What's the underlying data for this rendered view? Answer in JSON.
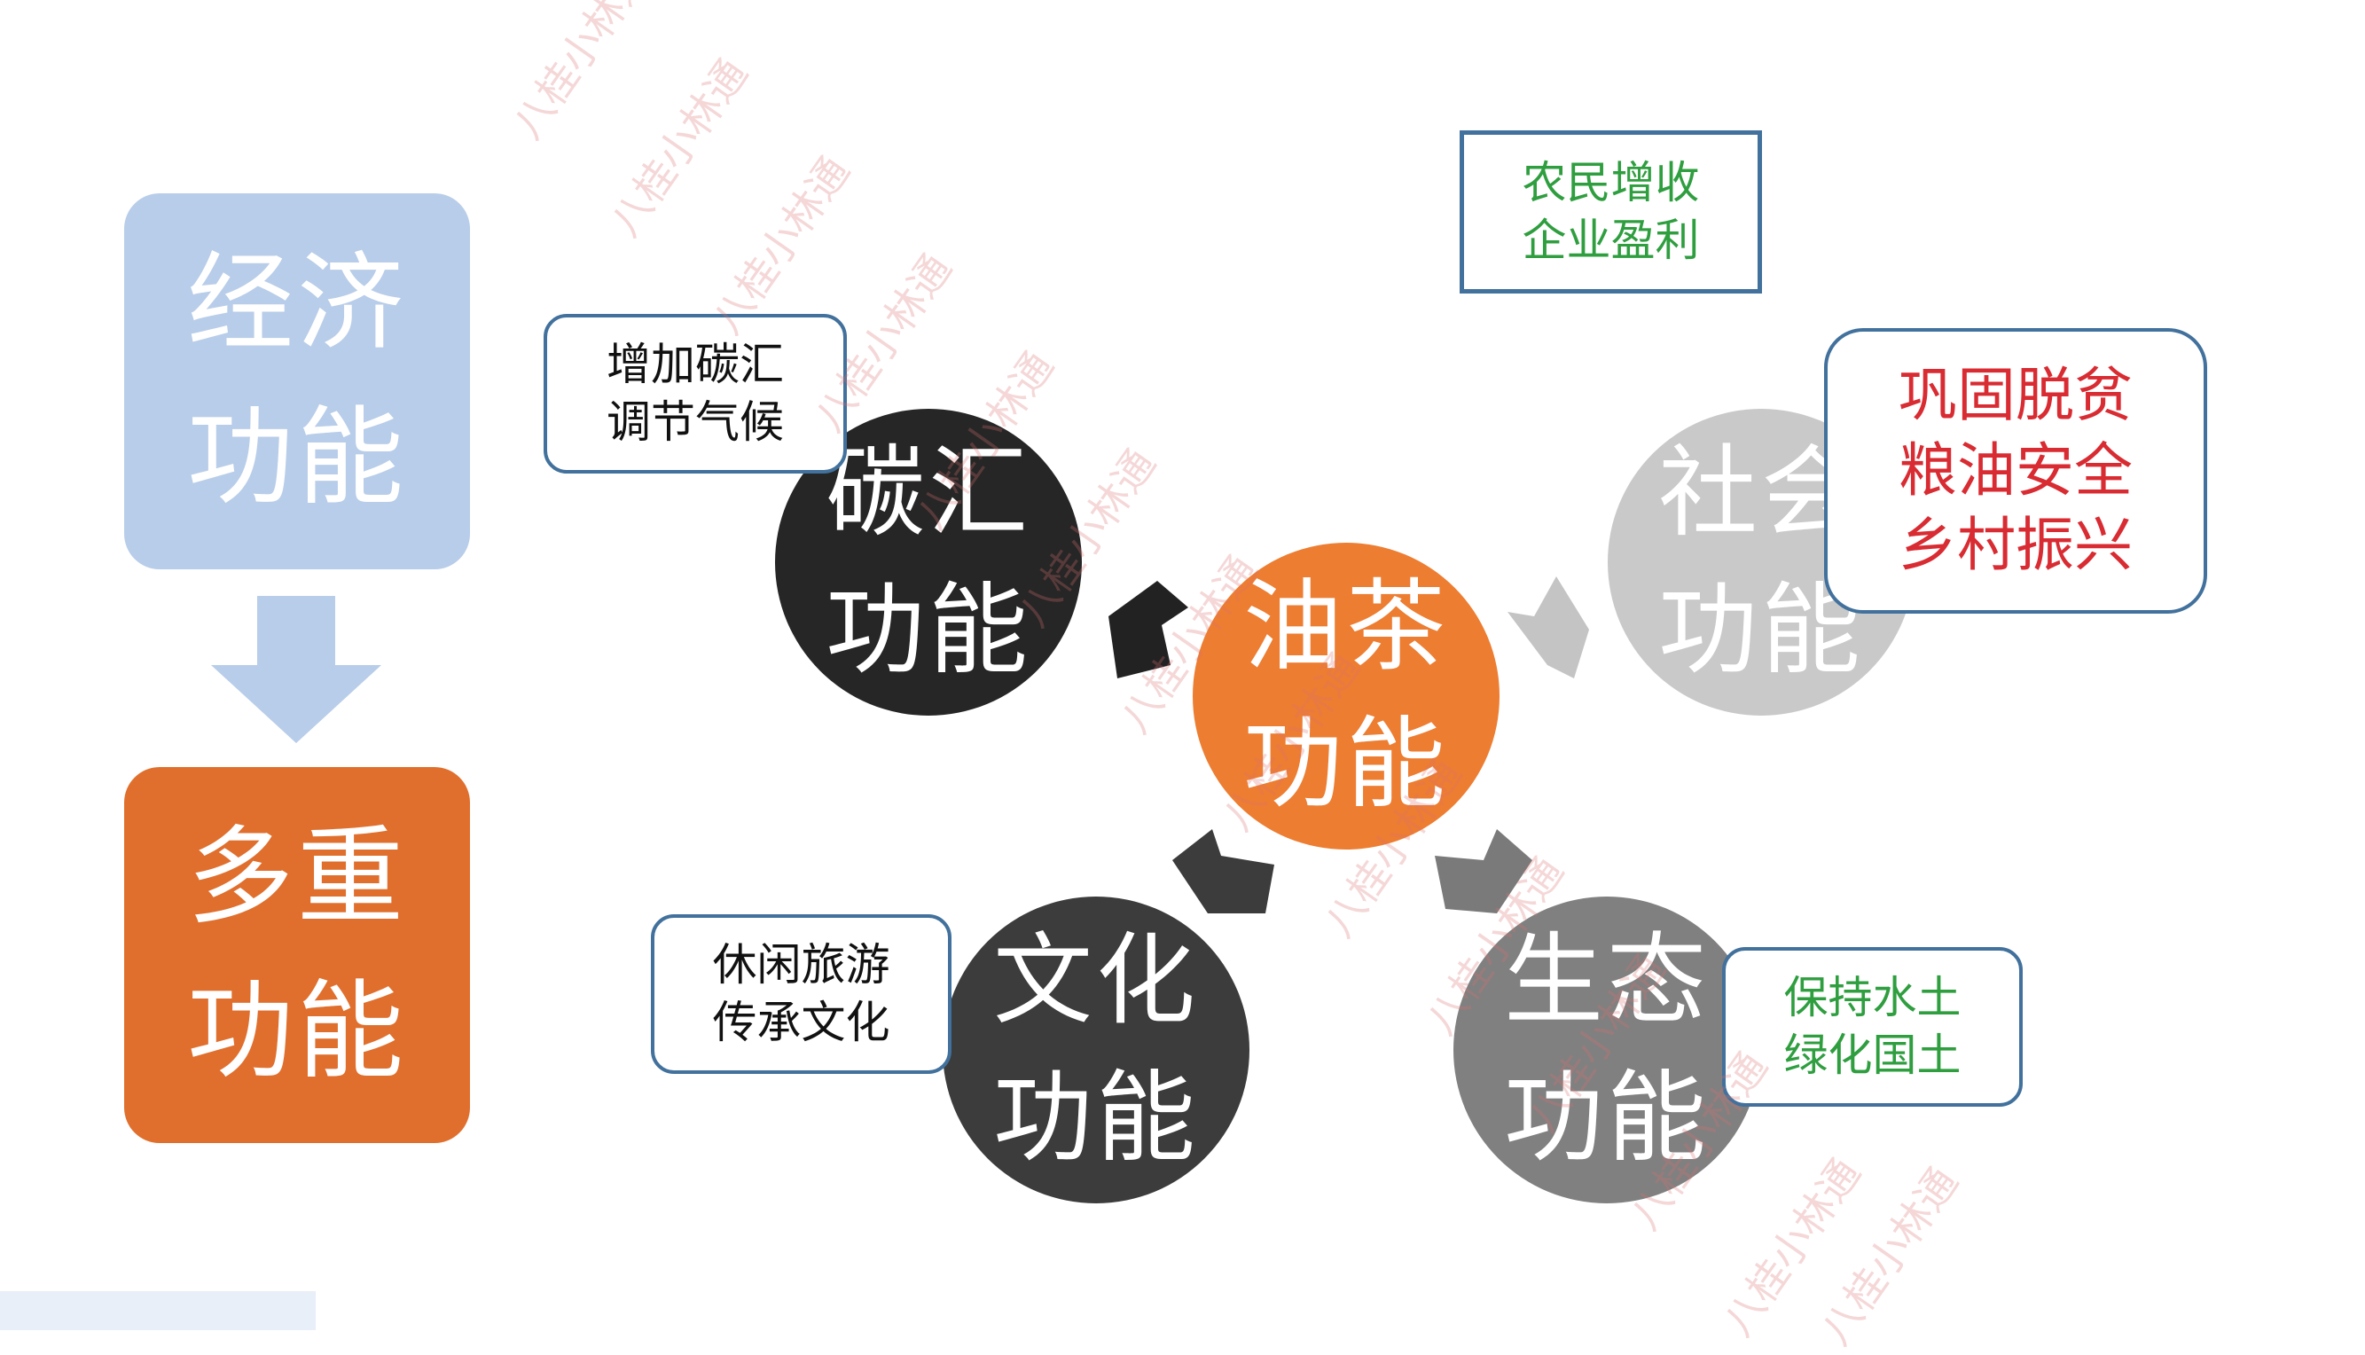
{
  "left": {
    "top_box": {
      "lines": [
        "经济",
        "功能"
      ]
    },
    "bottom_box": {
      "lines": [
        "多重",
        "功能"
      ]
    }
  },
  "circles": {
    "center": {
      "lines": [
        "油茶",
        "功能"
      ],
      "color": "#ed7d31"
    },
    "carbon": {
      "lines": [
        "碳汇",
        "功能"
      ],
      "color": "#262626"
    },
    "social": {
      "lines": [
        "社会",
        "功能"
      ],
      "color": "#c9c9c9"
    },
    "culture": {
      "lines": [
        "文化",
        "功能"
      ],
      "color": "#3c3c3c"
    },
    "ecology": {
      "lines": [
        "生态",
        "功能"
      ],
      "color": "#808080"
    }
  },
  "labels": {
    "carbon": [
      "增加碳汇",
      "调节气候"
    ],
    "economic": [
      "农民增收",
      "企业盈利"
    ],
    "social": [
      "巩固脱贫",
      "粮油安全",
      "乡村振兴"
    ],
    "culture": [
      "休闲旅游",
      "传承文化"
    ],
    "ecology": [
      "保持水土",
      "绿化国土"
    ]
  },
  "watermark": "八桂小林通",
  "colors": {
    "econ_box": "#b8cde9",
    "multi_box": "#e06f2d",
    "box_border": "#41719c",
    "green_text": "#2e9e3f",
    "red_text": "#d92b32"
  }
}
